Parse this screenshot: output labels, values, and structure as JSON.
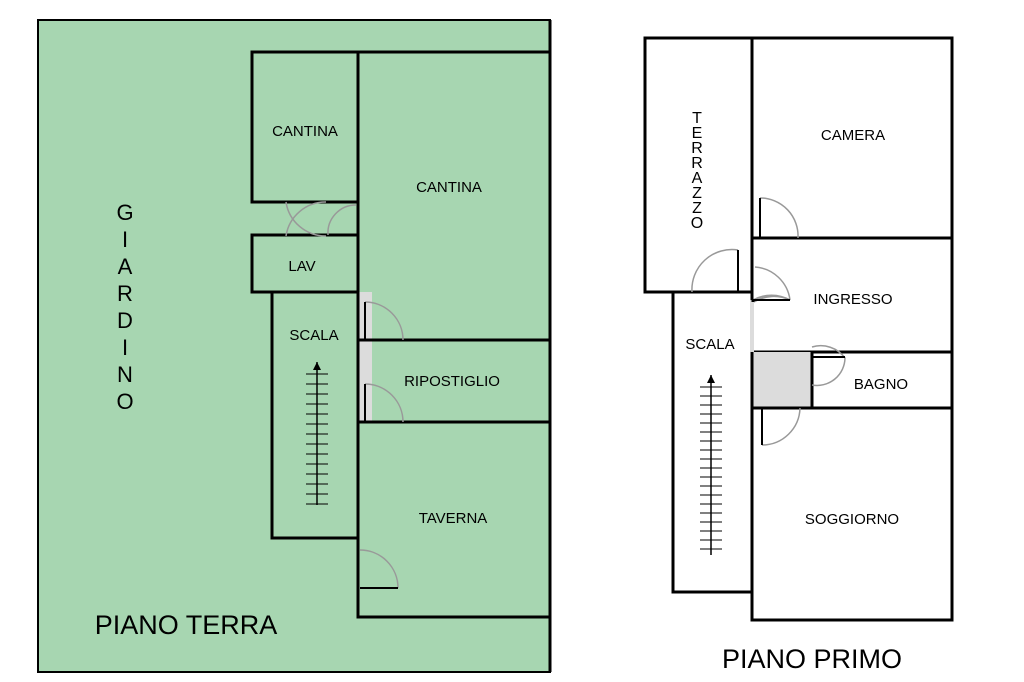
{
  "colors": {
    "garden": "#a7d6b1",
    "cellar": "#dcdcdc",
    "lav": "#cfe2f5",
    "taverna": "#fdc800",
    "terrazzo": "#b27300",
    "camera": "#ffcbd7",
    "soggiorno": "#ffff00",
    "stairs": "#ffffff"
  },
  "ground_floor": {
    "title": "PIANO TERRA",
    "garden": "GIARDINO",
    "rooms": {
      "cantina_small": "CANTINA",
      "cantina_large": "CANTINA",
      "lav": "LAV",
      "scala": "SCALA",
      "ripostiglio": "RIPOSTIGLIO",
      "taverna": "TAVERNA"
    }
  },
  "first_floor": {
    "title": "PIANO PRIMO",
    "rooms": {
      "terrazzo": "TERRAZZO",
      "camera": "CAMERA",
      "ingresso": "INGRESSO",
      "scala": "SCALA",
      "bagno": "BAGNO",
      "soggiorno": "SOGGIORNO"
    }
  }
}
